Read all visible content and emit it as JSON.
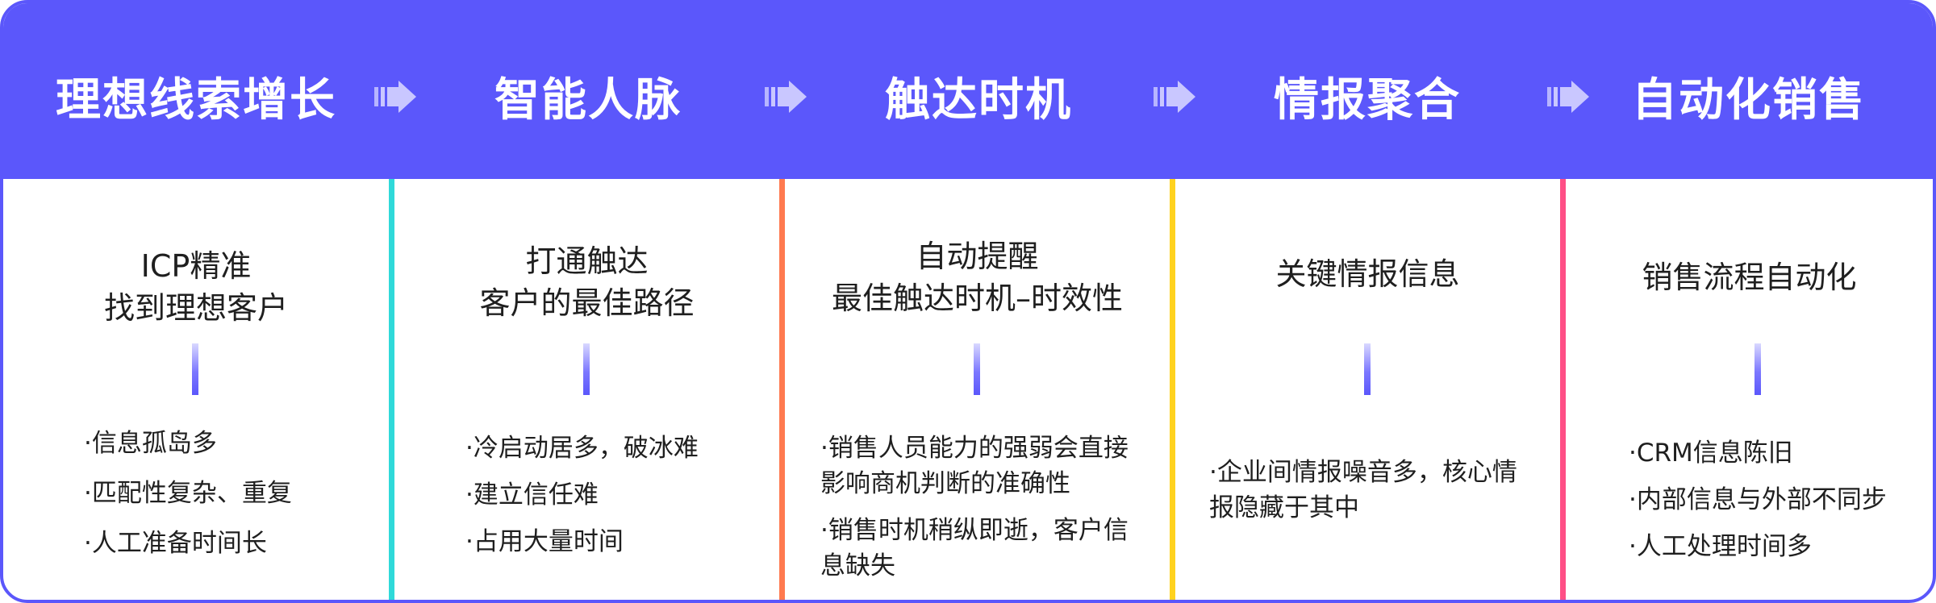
{
  "colors": {
    "primary": "#5b57fb",
    "arrow": "#b7b5ff",
    "dividers": [
      "#2fd9d9",
      "#ff7a4f",
      "#ffd21f",
      "#ff4f86"
    ]
  },
  "stages": [
    {
      "title": "理想线索增长",
      "heading_lines": [
        "ICP精准",
        "找到理想客户"
      ],
      "bullets": [
        "·信息孤岛多",
        "·匹配性复杂、重复",
        "·人工准备时间长"
      ]
    },
    {
      "title": "智能人脉",
      "heading_lines": [
        "打通触达",
        "客户的最佳路径"
      ],
      "bullets": [
        "·冷启动居多，破冰难",
        "·建立信任难",
        "·占用大量时间"
      ]
    },
    {
      "title": "触达时机",
      "heading_lines": [
        "自动提醒",
        "最佳触达时机–时效性"
      ],
      "bullets": [
        "·销售人员能力的强弱会直接",
        "影响商机判断的准确性",
        "·销售时机稍纵即逝，客户信",
        "息缺失"
      ]
    },
    {
      "title": "情报聚合",
      "heading_lines": [
        "关键情报信息"
      ],
      "bullets": [
        "·企业间情报噪音多，核心情",
        "报隐藏于其中"
      ]
    },
    {
      "title": "自动化销售",
      "heading_lines": [
        "销售流程自动化"
      ],
      "bullets": [
        "·CRM信息陈旧",
        "·内部信息与外部不同步",
        "·人工处理时间多"
      ]
    }
  ]
}
